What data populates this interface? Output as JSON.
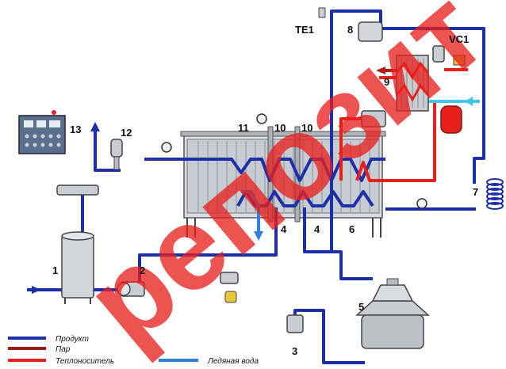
{
  "labels": {
    "n1": "1",
    "n2": "2",
    "n3": "3",
    "n4a": "4",
    "n4b": "4",
    "n5": "5",
    "n6": "6",
    "n7": "7",
    "n8": "8",
    "n9": "9",
    "n10a": "10",
    "n10b": "10",
    "n11": "11",
    "n12": "12",
    "n13": "13",
    "te1": "TE1",
    "vc1": "VC1"
  },
  "legend": {
    "product": "Продукт",
    "steam": "Пар",
    "heat_carrier": "Теплоноситель",
    "ice_water": "Ледяная вода"
  },
  "watermark": "репозит",
  "colors": {
    "product": "#1d2fa8",
    "steam": "#9b1c1c",
    "heat_carrier": "#e8201c",
    "ice_water": "#2e7fe0",
    "cooling_cyan": "#3fc6e8"
  }
}
